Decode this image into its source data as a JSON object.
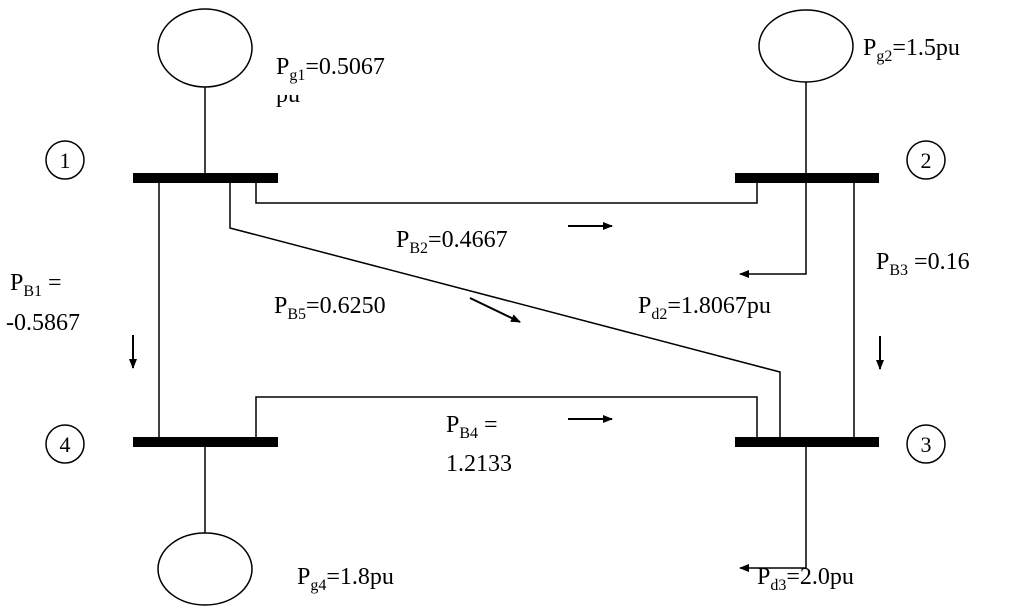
{
  "buses": [
    {
      "number": "1"
    },
    {
      "number": "2"
    },
    {
      "number": "3"
    },
    {
      "number": "4"
    }
  ],
  "generators": {
    "g1": {
      "symbol": "P",
      "sub": "g1",
      "value": "=0.5067",
      "unit": "pu"
    },
    "g2": {
      "symbol": "P",
      "sub": "g2",
      "value": "=1.5pu"
    },
    "g4": {
      "symbol": "P",
      "sub": "g4",
      "value": "=1.8pu"
    }
  },
  "loads": {
    "d2": {
      "symbol": "P",
      "sub": "d2",
      "value": "=1.8067pu"
    },
    "d3": {
      "symbol": "P",
      "sub": "d3",
      "value": "=2.0pu"
    }
  },
  "branches": {
    "b1": {
      "symbol": "P",
      "sub": "B1",
      "value": " =",
      "value2": "-0.5867"
    },
    "b2": {
      "symbol": "P",
      "sub": "B2",
      "value": "=0.4667"
    },
    "b3": {
      "symbol": "P",
      "sub": "B3",
      "value": " =0.16"
    },
    "b4": {
      "symbol": "P",
      "sub": "B4",
      "value": " =",
      "value2": "1.2133"
    },
    "b5": {
      "symbol": "P",
      "sub": "B5",
      "value": "=0.6250"
    }
  }
}
